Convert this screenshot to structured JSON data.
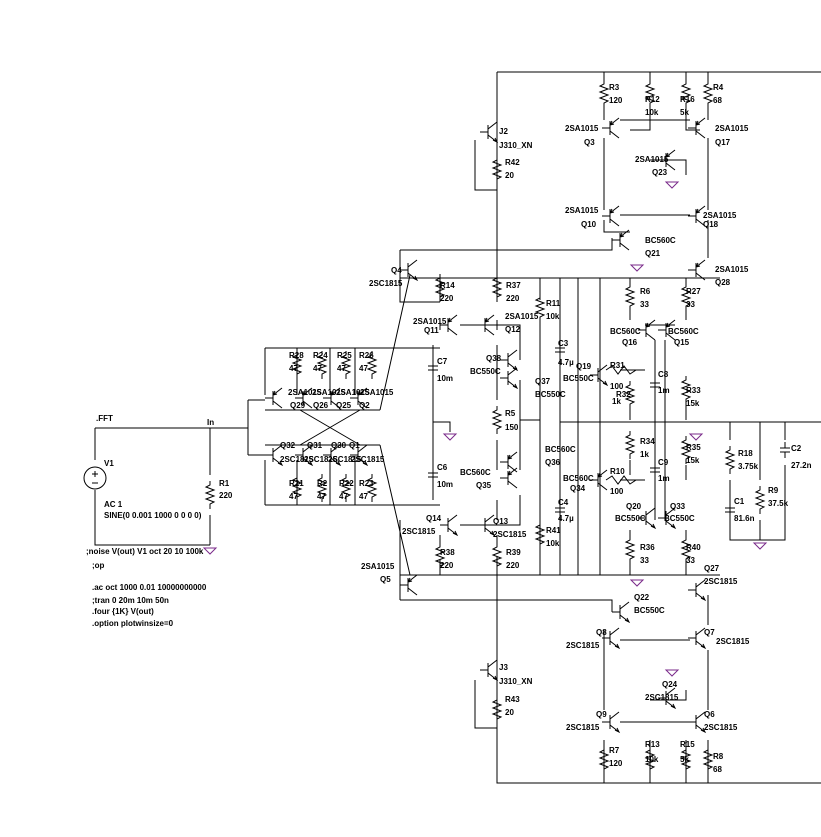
{
  "net_in": "In",
  "fft": ".FFT",
  "v1": {
    "name": "V1",
    "ac": "AC 1",
    "sine": "SINE(0 0.001 1000 0 0 0 0)"
  },
  "r1": {
    "name": "R1",
    "value": "220"
  },
  "directives": [
    ";noise V(out) V1 oct 20 10 100k",
    ";op",
    ".ac oct 1000 0.01 10000000000",
    ";tran 0 20m 10m 50n",
    ".four {1K} V(out)",
    ".option plotwinsize=0"
  ],
  "upper_pnp": {
    "q3": {
      "name": "Q3",
      "model": "2SA1015"
    },
    "q17": {
      "name": "Q17",
      "model": "2SA1015"
    },
    "q23": {
      "name": "Q23",
      "model": "2SA1015"
    },
    "q10": {
      "name": "Q10",
      "model": "2SA1015"
    },
    "q18": {
      "name": "Q18",
      "model": "2SA1015"
    },
    "q21": {
      "name": "Q21",
      "model": "BC560C"
    },
    "q28": {
      "name": "Q28",
      "model": "2SA1015"
    }
  },
  "top_resistors": [
    {
      "name": "R3",
      "value": "120"
    },
    {
      "name": "R12",
      "value": "10k"
    },
    {
      "name": "R16",
      "value": "5k"
    },
    {
      "name": "R4",
      "value": "68"
    }
  ],
  "j2": {
    "name": "J2",
    "model": "J310_XN",
    "rname": "R42",
    "rvalue": "20"
  },
  "j3": {
    "name": "J3",
    "model": "J310_XN",
    "rname": "R43",
    "rvalue": "20"
  },
  "q4": {
    "name": "Q4",
    "model": "2SC1815"
  },
  "q5": {
    "name": "Q5",
    "model": "2SA1015"
  },
  "q11": {
    "name": "Q11",
    "model": "2SA1015"
  },
  "q12": {
    "name": "Q12",
    "model": "2SA1015"
  },
  "q14": {
    "name": "Q14",
    "model": "2SC1815"
  },
  "q13": {
    "name": "Q13",
    "model": "2SC1815"
  },
  "r14": {
    "name": "R14",
    "value": "220"
  },
  "r37": {
    "name": "R37",
    "value": "220"
  },
  "r11": {
    "name": "R11",
    "value": "10k"
  },
  "r38": {
    "name": "R38",
    "value": "220"
  },
  "r39": {
    "name": "R39",
    "value": "220"
  },
  "r41": {
    "name": "R41",
    "value": "10k"
  },
  "r5": {
    "name": "R5",
    "value": "150"
  },
  "q38": {
    "name": "Q38",
    "model": "BC550C"
  },
  "q37": {
    "name": "Q37",
    "model": "BC550C"
  },
  "q36": {
    "name": "Q36",
    "model": "BC560C"
  },
  "q35": {
    "name": "Q35",
    "model": "BC560C"
  },
  "c7": {
    "name": "C7",
    "value": "10m"
  },
  "c6": {
    "name": "C6",
    "value": "10m"
  },
  "c3": {
    "name": "C3",
    "value": "4.7µ"
  },
  "c4": {
    "name": "C4",
    "value": "4.7µ"
  },
  "input_top": {
    "resistors": [
      {
        "name": "R28",
        "value": "47"
      },
      {
        "name": "R24",
        "value": "47"
      },
      {
        "name": "R25",
        "value": "47"
      },
      {
        "name": "R26",
        "value": "47"
      }
    ],
    "qs": [
      "Q29",
      "Q26",
      "Q25",
      "Q2"
    ],
    "models": [
      "2SA1015",
      "2SA1015",
      "2SA1015",
      "2SA1015"
    ]
  },
  "input_bot": {
    "resistors": [
      {
        "name": "R21",
        "value": "47"
      },
      {
        "name": "R2",
        "value": "47"
      },
      {
        "name": "R22",
        "value": "47"
      },
      {
        "name": "R23",
        "value": "47"
      }
    ],
    "qs": [
      "Q32",
      "Q31",
      "Q30",
      "Q1"
    ],
    "models": [
      "2SC1815",
      "2SC1815",
      "2SC1815",
      "2SC1815"
    ]
  },
  "right_top": {
    "r6": {
      "name": "R6",
      "value": "33"
    },
    "r27": {
      "name": "R27",
      "value": "33"
    },
    "q16": {
      "name": "Q16",
      "model": "BC560C"
    },
    "q15": {
      "name": "Q15",
      "model": "BC560C"
    },
    "q19": {
      "name": "Q19",
      "model": "BC550C"
    },
    "r31": {
      "name": "R31",
      "value": "100"
    },
    "r32": {
      "name": "R32",
      "value": "1k"
    },
    "c8": {
      "name": "C8",
      "value": "1m"
    },
    "r33": {
      "name": "R33",
      "value": "15k"
    }
  },
  "right_bot": {
    "r34": {
      "name": "R34",
      "value": "1k"
    },
    "r35": {
      "name": "R35",
      "value": "15k"
    },
    "c9": {
      "name": "C9",
      "value": "1m"
    },
    "q34": {
      "name": "Q34",
      "model": "BC560C"
    },
    "r10": {
      "name": "R10",
      "value": "100"
    },
    "q20": {
      "name": "Q20",
      "model": "BC550C"
    },
    "q33": {
      "name": "Q33",
      "model": "BC550C"
    },
    "r36": {
      "name": "R36",
      "value": "33"
    },
    "r40": {
      "name": "R40",
      "value": "33"
    }
  },
  "output_net": {
    "r18": {
      "name": "R18",
      "value": "3.75k"
    },
    "c2": {
      "name": "C2",
      "value": "27.2n"
    },
    "c1": {
      "name": "C1",
      "value": "81.6n"
    },
    "r9": {
      "name": "R9",
      "value": "37.5k"
    }
  },
  "lower_npn": {
    "q27": {
      "name": "Q27",
      "model": "2SC1815"
    },
    "q22": {
      "name": "Q22",
      "model": "BC550C"
    },
    "q8": {
      "name": "Q8",
      "model": "2SC1815"
    },
    "q7": {
      "name": "Q7",
      "model": "2SC1815"
    },
    "q24": {
      "name": "Q24",
      "model": "2SC1815"
    },
    "q9": {
      "name": "Q9",
      "model": "2SC1815"
    },
    "q6": {
      "name": "Q6",
      "model": "2SC1815"
    }
  },
  "bottom_resistors": [
    {
      "name": "R7",
      "value": "120"
    },
    {
      "name": "R13",
      "value": "10k"
    },
    {
      "name": "R15",
      "value": "5k"
    },
    {
      "name": "R8",
      "value": "68"
    }
  ]
}
